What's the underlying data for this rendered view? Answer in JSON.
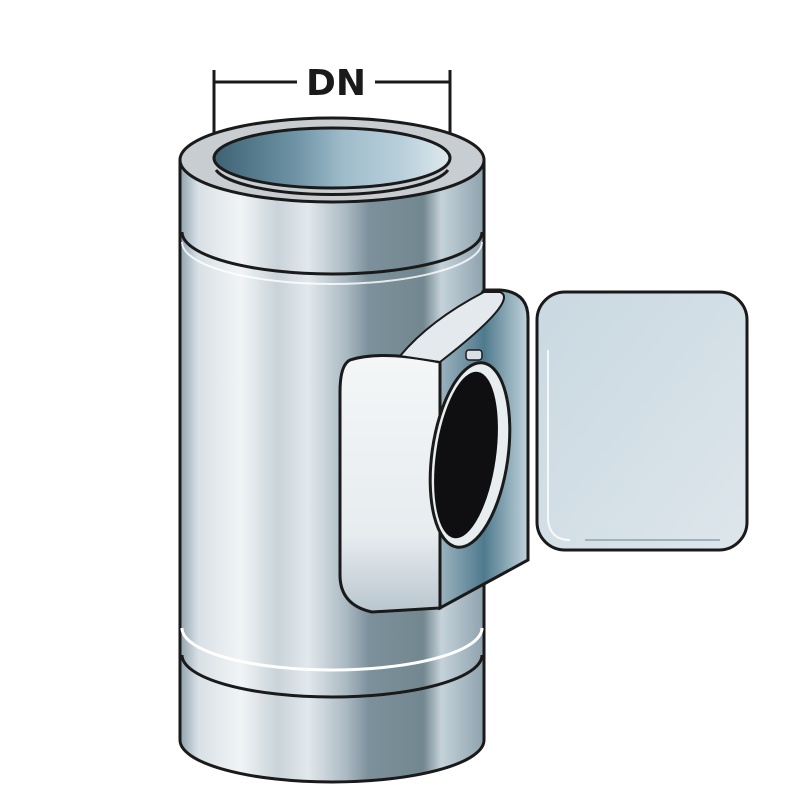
{
  "diagram": {
    "subject": "Chimney T-piece with inspection opening and removable cover",
    "dimension_label": "DN",
    "dimension_meaning": "nominal diameter (inner)",
    "parts": [
      {
        "id": "main-pipe",
        "label": "Main pipe body"
      },
      {
        "id": "top-socket",
        "label": "Top socket / inner liner"
      },
      {
        "id": "bottom-spigot",
        "label": "Bottom connection ring"
      },
      {
        "id": "inspection-port",
        "label": "Inspection opening"
      },
      {
        "id": "inspection-cover",
        "label": "Inspection cover (removed)"
      }
    ],
    "colors": {
      "outline": "#1a1a1a",
      "steel_light": "#e6ebef",
      "steel_mid": "#b8c4cc",
      "steel_dark": "#6f8591",
      "inner_dark": "#3d6274",
      "cover_fill": "#cfdce4",
      "hole": "#0f0f12"
    }
  }
}
